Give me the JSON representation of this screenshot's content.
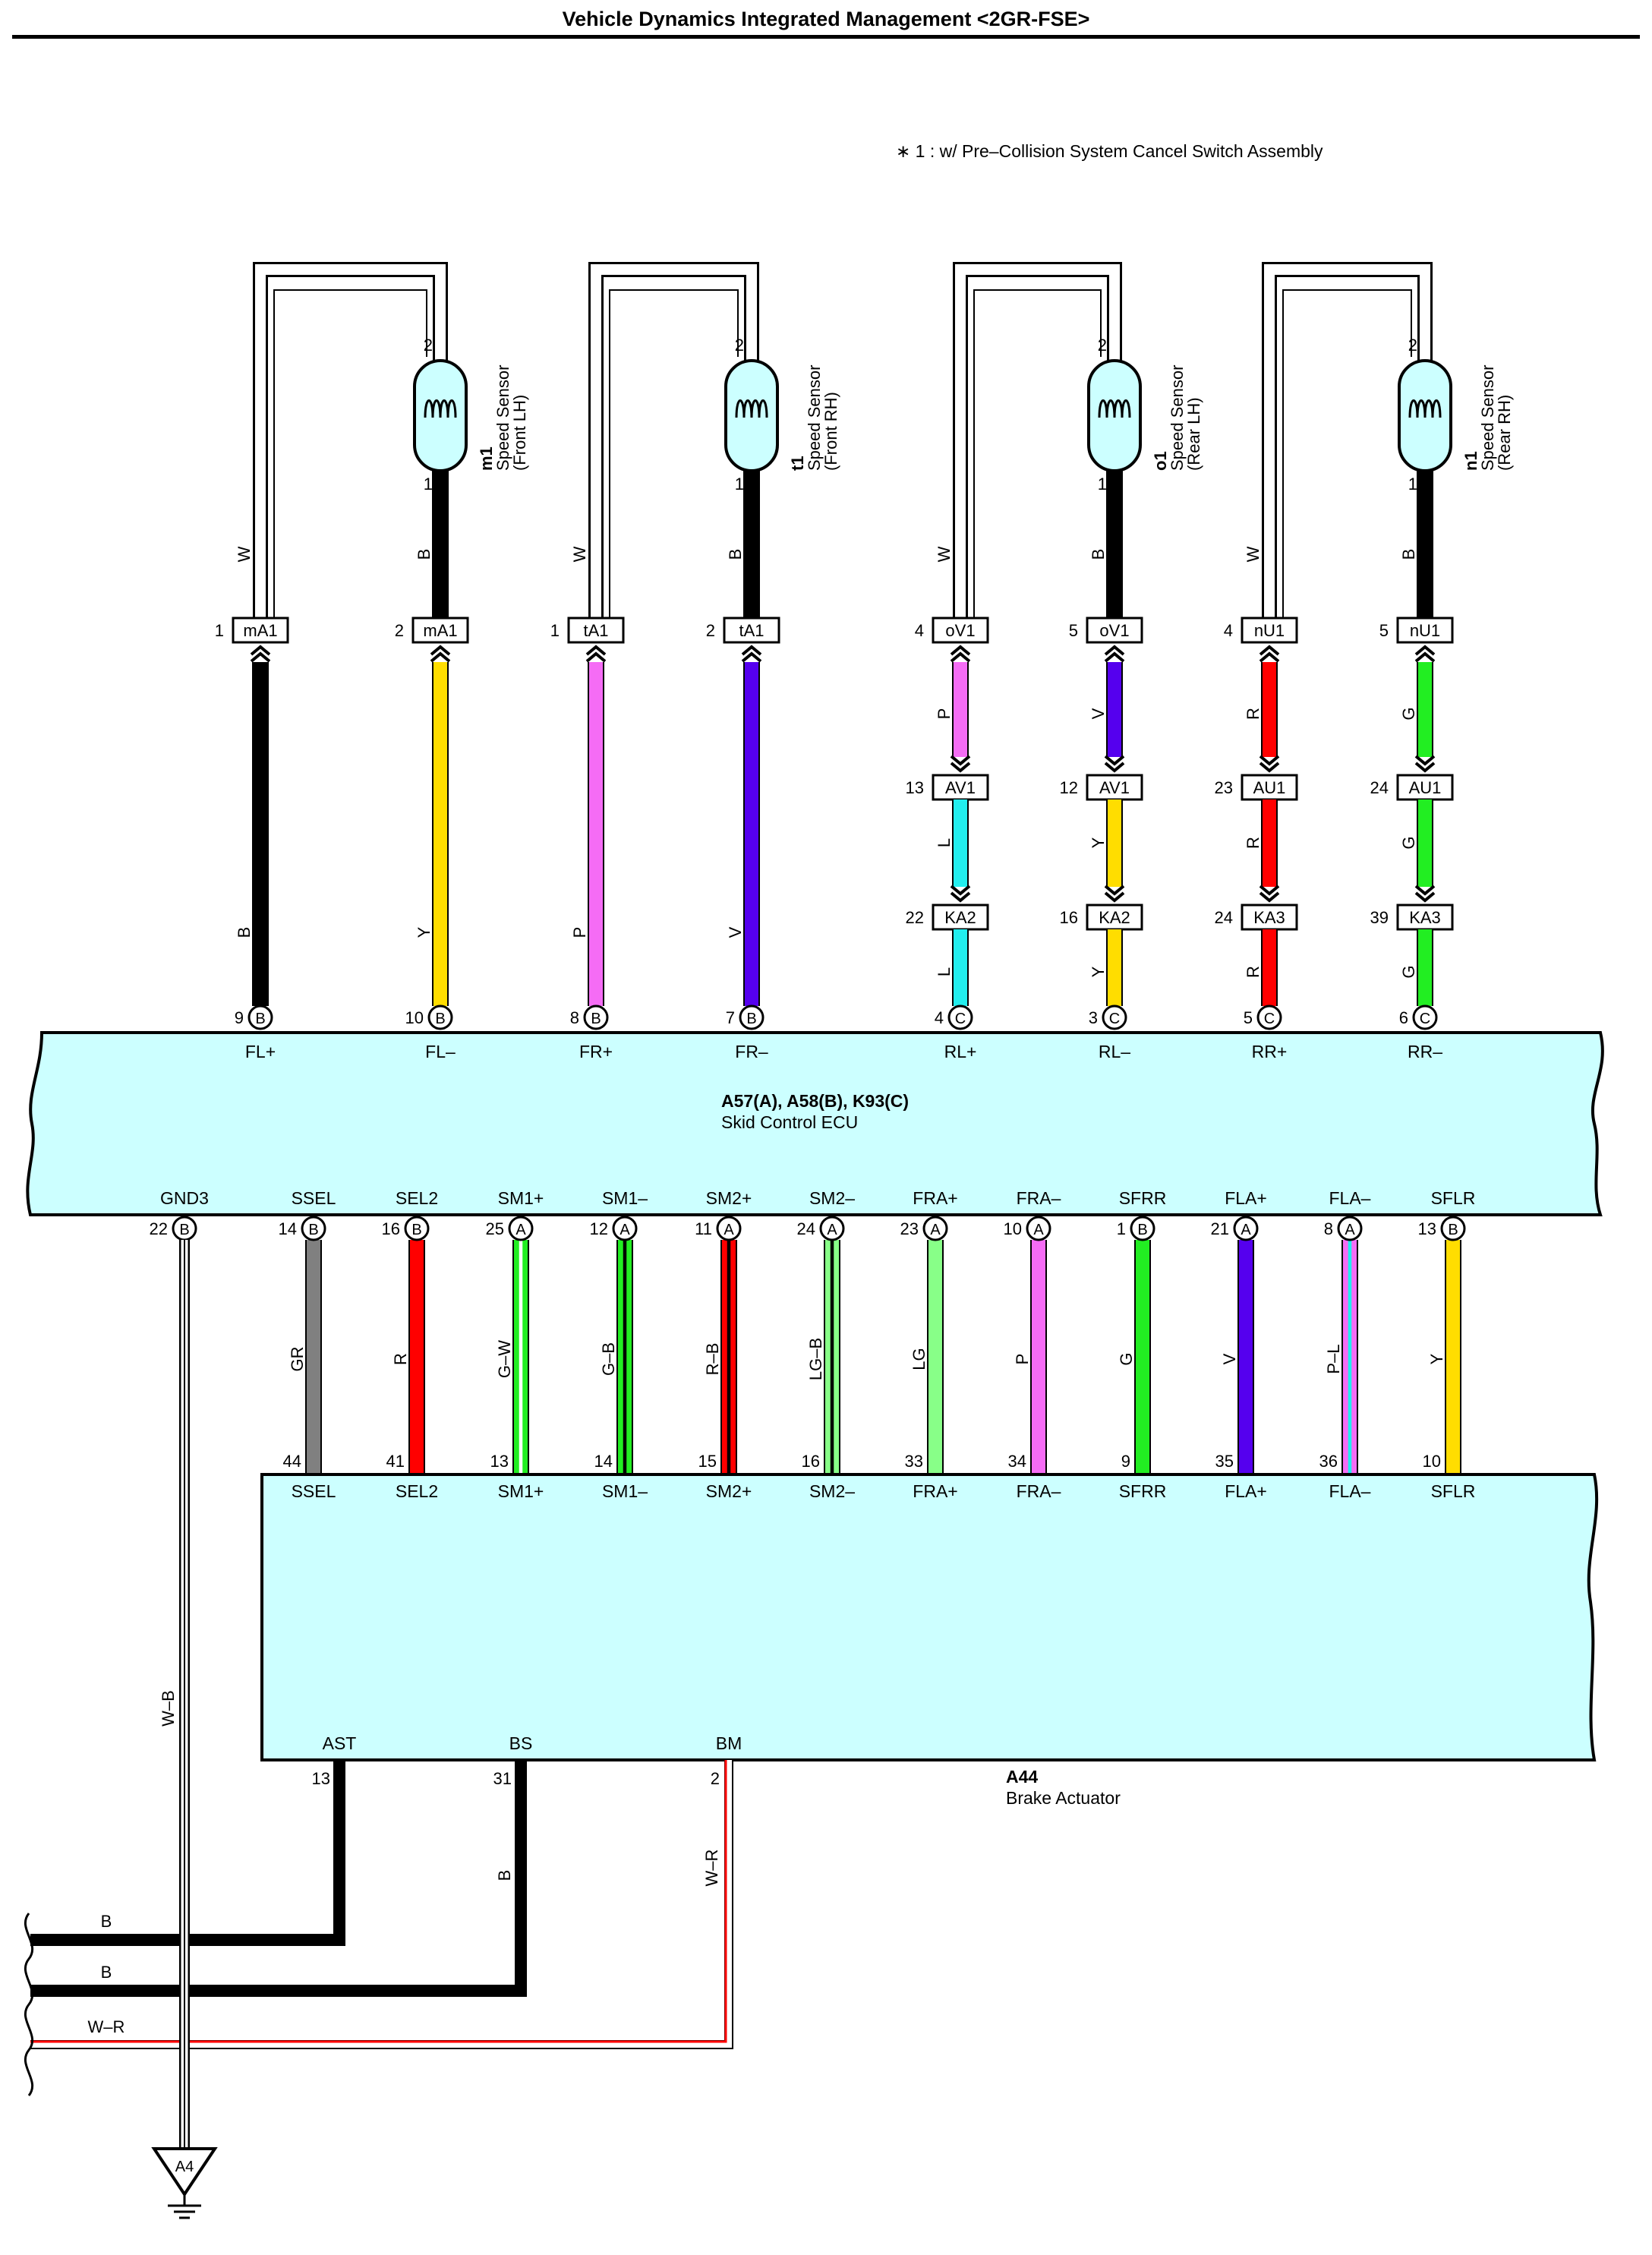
{
  "title": "Vehicle Dynamics Integrated Management <2GR-FSE>",
  "note": "∗ 1 : w/ Pre–Collision System Cancel Switch Assembly",
  "colors": {
    "ecu_fill": "#ccffff",
    "sensor_fill": "#ccffff",
    "W": "#ffffff",
    "B": "#000000",
    "Y": "#ffdd00",
    "P": "#f56cf5",
    "V": "#5500ee",
    "L": "#22eeee",
    "R": "#ff0000",
    "G": "#22ee22",
    "GR": "#808080",
    "LG": "#88ff88"
  },
  "sensors": [
    {
      "code": "m1",
      "name": "Speed Sensor",
      "sub": "(Front LH)",
      "pin_top": "2",
      "pin_bottom": "1"
    },
    {
      "code": "t1",
      "name": "Speed Sensor",
      "sub": "(Front RH)",
      "pin_top": "2",
      "pin_bottom": "1"
    },
    {
      "code": "o1",
      "name": "Speed Sensor",
      "sub": "(Rear LH)",
      "pin_top": "2",
      "pin_bottom": "1"
    },
    {
      "code": "n1",
      "name": "Speed Sensor",
      "sub": "(Rear RH)",
      "pin_top": "2",
      "pin_bottom": "1"
    }
  ],
  "upper_wires": [
    {
      "top_wire": "W",
      "lower_wire": "B",
      "conn": "mA1",
      "conn_pin": "1",
      "ecu_pin": "9",
      "ecu_conn": "B",
      "signal": "FL+"
    },
    {
      "top_wire": "B",
      "lower_wire": "Y",
      "conn": "mA1",
      "conn_pin": "2",
      "ecu_pin": "10",
      "ecu_conn": "B",
      "signal": "FL–"
    },
    {
      "top_wire": "W",
      "lower_wire": "P",
      "conn": "tA1",
      "conn_pin": "1",
      "ecu_pin": "8",
      "ecu_conn": "B",
      "signal": "FR+"
    },
    {
      "top_wire": "B",
      "lower_wire": "V",
      "conn": "tA1",
      "conn_pin": "2",
      "ecu_pin": "7",
      "ecu_conn": "B",
      "signal": "FR–"
    },
    {
      "top_wire": "W",
      "mid1_wire": "P",
      "mid2_wire": "L",
      "lower_wire": "L",
      "conn": "oV1",
      "conn_pin": "4",
      "j1": "AV1",
      "j1_pin": "13",
      "j2": "KA2",
      "j2_pin": "22",
      "ecu_pin": "4",
      "ecu_conn": "C",
      "signal": "RL+"
    },
    {
      "top_wire": "B",
      "mid1_wire": "V",
      "mid2_wire": "Y",
      "lower_wire": "Y",
      "conn": "oV1",
      "conn_pin": "5",
      "j1": "AV1",
      "j1_pin": "12",
      "j2": "KA2",
      "j2_pin": "16",
      "ecu_pin": "3",
      "ecu_conn": "C",
      "signal": "RL–"
    },
    {
      "top_wire": "W",
      "mid1_wire": "R",
      "mid2_wire": "R",
      "lower_wire": "R",
      "conn": "nU1",
      "conn_pin": "4",
      "j1": "AU1",
      "j1_pin": "23",
      "j2": "KA3",
      "j2_pin": "24",
      "ecu_pin": "5",
      "ecu_conn": "C",
      "signal": "RR+"
    },
    {
      "top_wire": "B",
      "mid1_wire": "G",
      "mid2_wire": "G",
      "lower_wire": "G",
      "conn": "nU1",
      "conn_pin": "5",
      "j1": "AU1",
      "j1_pin": "24",
      "j2": "KA3",
      "j2_pin": "39",
      "ecu_pin": "6",
      "ecu_conn": "C",
      "signal": "RR–"
    }
  ],
  "ecu": {
    "connectors": "A57(A), A58(B), K93(C)",
    "name": "Skid Control ECU"
  },
  "ecu_bottom": [
    {
      "signal": "GND3",
      "pin": "22",
      "conn": "B",
      "wire": "W–B"
    },
    {
      "signal": "SSEL",
      "pin": "14",
      "conn": "B",
      "wire": "GR",
      "act_pin": "44",
      "act_signal": "SSEL"
    },
    {
      "signal": "SEL2",
      "pin": "16",
      "conn": "B",
      "wire": "R",
      "act_pin": "41",
      "act_signal": "SEL2"
    },
    {
      "signal": "SM1+",
      "pin": "25",
      "conn": "A",
      "wire": "G–W",
      "act_pin": "13",
      "act_signal": "SM1+"
    },
    {
      "signal": "SM1–",
      "pin": "12",
      "conn": "A",
      "wire": "G–B",
      "act_pin": "14",
      "act_signal": "SM1–"
    },
    {
      "signal": "SM2+",
      "pin": "11",
      "conn": "A",
      "wire": "R–B",
      "act_pin": "15",
      "act_signal": "SM2+"
    },
    {
      "signal": "SM2–",
      "pin": "24",
      "conn": "A",
      "wire": "LG–B",
      "act_pin": "16",
      "act_signal": "SM2–"
    },
    {
      "signal": "FRA+",
      "pin": "23",
      "conn": "A",
      "wire": "LG",
      "act_pin": "33",
      "act_signal": "FRA+"
    },
    {
      "signal": "FRA–",
      "pin": "10",
      "conn": "A",
      "wire": "P",
      "act_pin": "34",
      "act_signal": "FRA–"
    },
    {
      "signal": "SFRR",
      "pin": "1",
      "conn": "B",
      "wire": "G",
      "act_pin": "9",
      "act_signal": "SFRR"
    },
    {
      "signal": "FLA+",
      "pin": "21",
      "conn": "A",
      "wire": "V",
      "act_pin": "35",
      "act_signal": "FLA+"
    },
    {
      "signal": "FLA–",
      "pin": "8",
      "conn": "A",
      "wire": "P–L",
      "act_pin": "36",
      "act_signal": "FLA–"
    },
    {
      "signal": "SFLR",
      "pin": "13",
      "conn": "B",
      "wire": "Y",
      "act_pin": "10",
      "act_signal": "SFLR"
    }
  ],
  "actuator": {
    "code": "A44",
    "name": "Brake Actuator",
    "bottom": [
      {
        "signal": "AST",
        "pin": "13",
        "wire": "B"
      },
      {
        "signal": "BS",
        "pin": "31",
        "wire": "B"
      },
      {
        "signal": "BM",
        "pin": "2",
        "wire": "W–R"
      }
    ]
  },
  "left_wires": [
    "B",
    "B",
    "W–R"
  ],
  "ground": {
    "code": "A4"
  }
}
